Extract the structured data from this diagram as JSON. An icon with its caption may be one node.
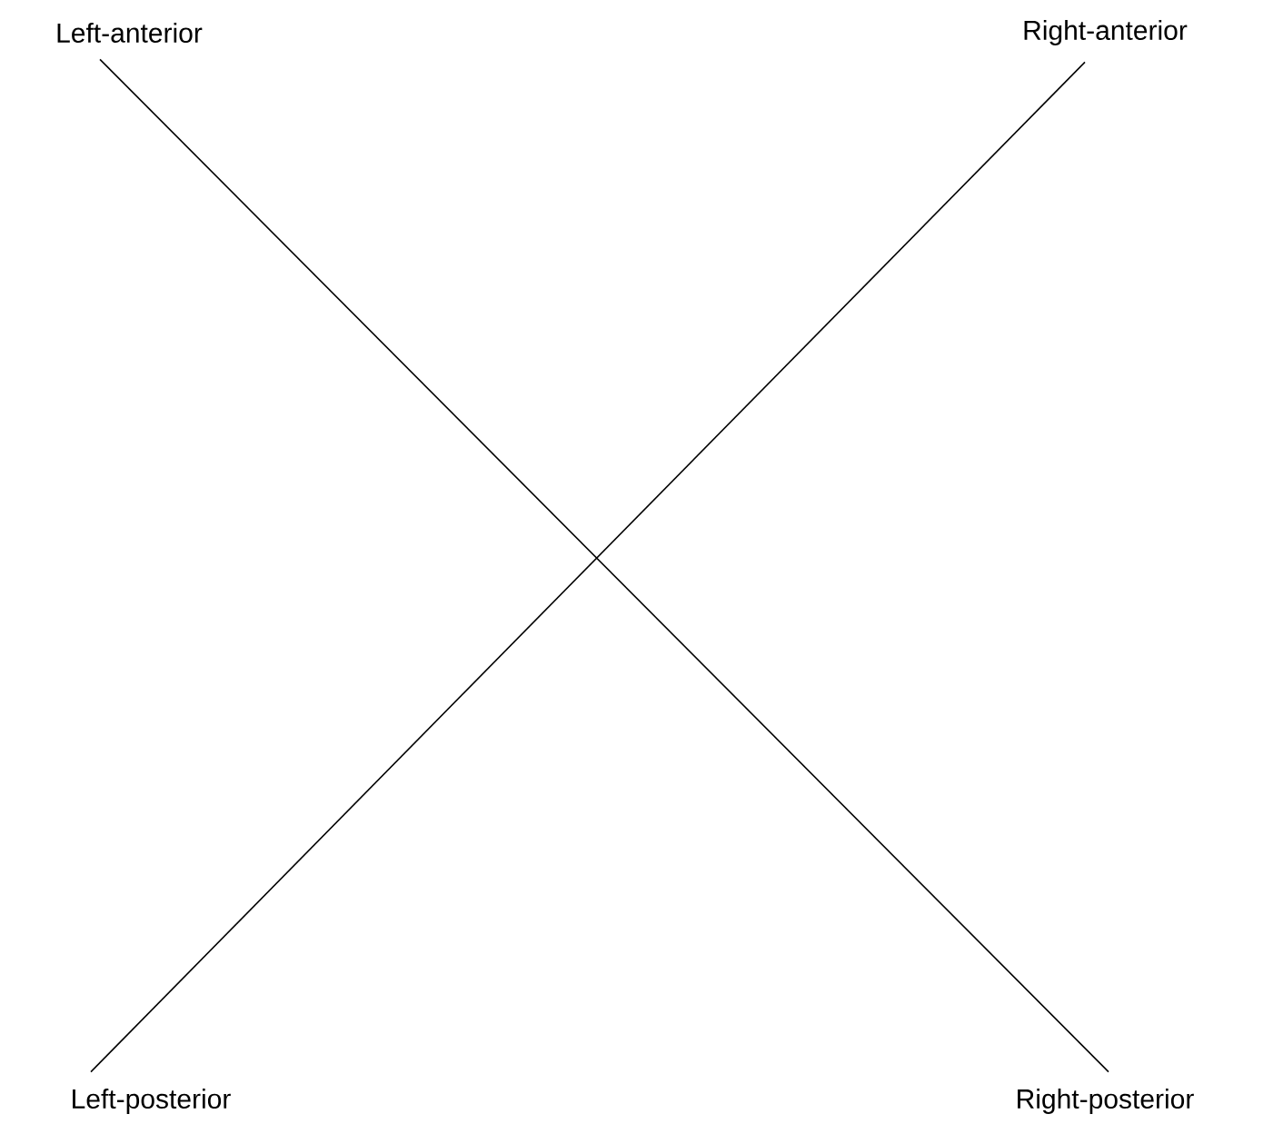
{
  "diagram": {
    "nodes": [
      {
        "text": [
          "Left-anterior"
        ]
      },
      {
        "text": [
          "Right-anterior"
        ]
      },
      {
        "text": [
          "Left-posterior"
        ]
      },
      {
        "text": [
          "Right-posterior"
        ]
      }
    ],
    "edges": [
      {
        "from": 0,
        "to": 3,
        "arrow": "none"
      },
      {
        "from": 1,
        "to": 2,
        "arrow": "none"
      }
    ]
  }
}
